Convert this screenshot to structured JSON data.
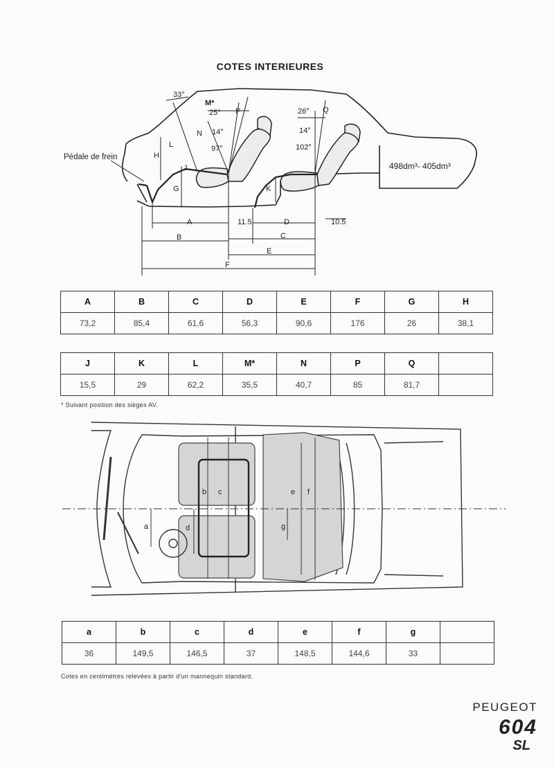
{
  "title": "COTES INTERIEURES",
  "diagram_side": {
    "brake_label": "Pédale de frein",
    "trunk_volume": "498dm³- 405dm³",
    "angles": {
      "a33": "33°",
      "a25": "25°",
      "a14f": "14°",
      "a97": "97°",
      "a26": "26°",
      "a14r": "14°",
      "a102": "102°"
    },
    "letters": {
      "M": "M*",
      "P": "P",
      "N": "N",
      "L": "L",
      "H": "H",
      "J": "J",
      "G": "G",
      "K": "K",
      "Q": "Q"
    },
    "dims": {
      "A": "A",
      "B": "B",
      "C": "C",
      "D": "D",
      "E": "E",
      "F": "F",
      "g1": "11.5",
      "g2": "10.5"
    }
  },
  "table1": {
    "headers": [
      "A",
      "B",
      "C",
      "D",
      "E",
      "F",
      "G",
      "H"
    ],
    "values": [
      "73,2",
      "85,4",
      "61,6",
      "56,3",
      "90,6",
      "176",
      "26",
      "38,1"
    ]
  },
  "table2": {
    "headers": [
      "J",
      "K",
      "L",
      "M*",
      "N",
      "P",
      "Q",
      ""
    ],
    "values": [
      "15,5",
      "29",
      "62,2",
      "35,5",
      "40,7",
      "85",
      "81,7",
      ""
    ]
  },
  "footnote1": "* Suivant position des sièges AV.",
  "diagram_top": {
    "letters": {
      "a": "a",
      "b": "b",
      "c": "c",
      "d": "d",
      "e": "e",
      "f": "f",
      "g": "g"
    }
  },
  "table3": {
    "headers": [
      "a",
      "b",
      "c",
      "d",
      "e",
      "f",
      "g",
      ""
    ],
    "values": [
      "36",
      "149,5",
      "146,5",
      "37",
      "148,5",
      "144,6",
      "33",
      ""
    ]
  },
  "footnote2": "Cotes en centimètres relevées à partir d'un mannequin standard.",
  "brand": "PEUGEOT",
  "model": "604",
  "version": "SL"
}
